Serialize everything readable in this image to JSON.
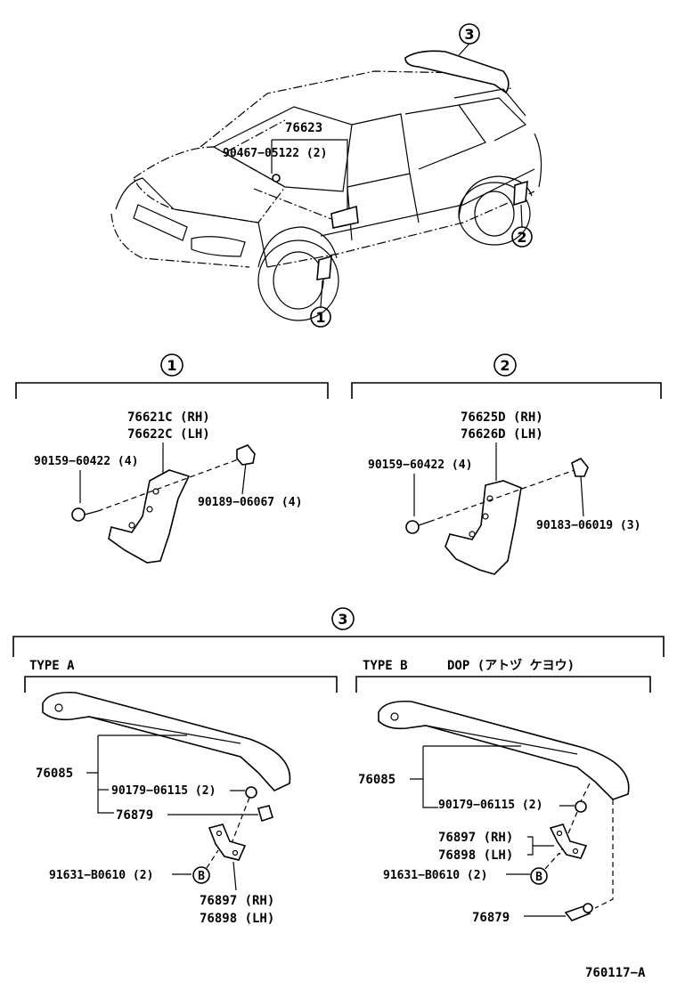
{
  "overview": {
    "callout_top": "3",
    "callout_front": "1",
    "callout_rear": "2",
    "part_emblem": "76623",
    "part_emblem_screw": "90467−05122 (2)"
  },
  "section1": {
    "circle": "1",
    "part_rh": "76621C (RH)",
    "part_lh": "76622C (LH)",
    "screw": "90159−60422 (4)",
    "clip": "90189−06067 (4)"
  },
  "section2": {
    "circle": "2",
    "part_rh": "76625D (RH)",
    "part_lh": "76626D (LH)",
    "screw": "90159−60422 (4)",
    "clip": "90183−06019 (3)"
  },
  "section3": {
    "circle": "3",
    "type_a": {
      "title": "TYPE  A",
      "spoiler": "76085",
      "screw": "90179−06115 (2)",
      "bracket": "76879",
      "nut": "91631−B0610 (2)",
      "nut_circle": "B",
      "stay_rh": "76897 (RH)",
      "stay_lh": "76898 (LH)"
    },
    "type_b": {
      "title": "TYPE  B",
      "dop": "DOP (アトヅ ケヨウ)",
      "spoiler": "76085",
      "screw": "90179−06115 (2)",
      "stay_rh": "76897 (RH)",
      "stay_lh": "76898 (LH)",
      "nut": "91631−B0610 (2)",
      "nut_circle": "B",
      "bracket": "76879"
    }
  },
  "footer": {
    "code": "760117−A"
  }
}
